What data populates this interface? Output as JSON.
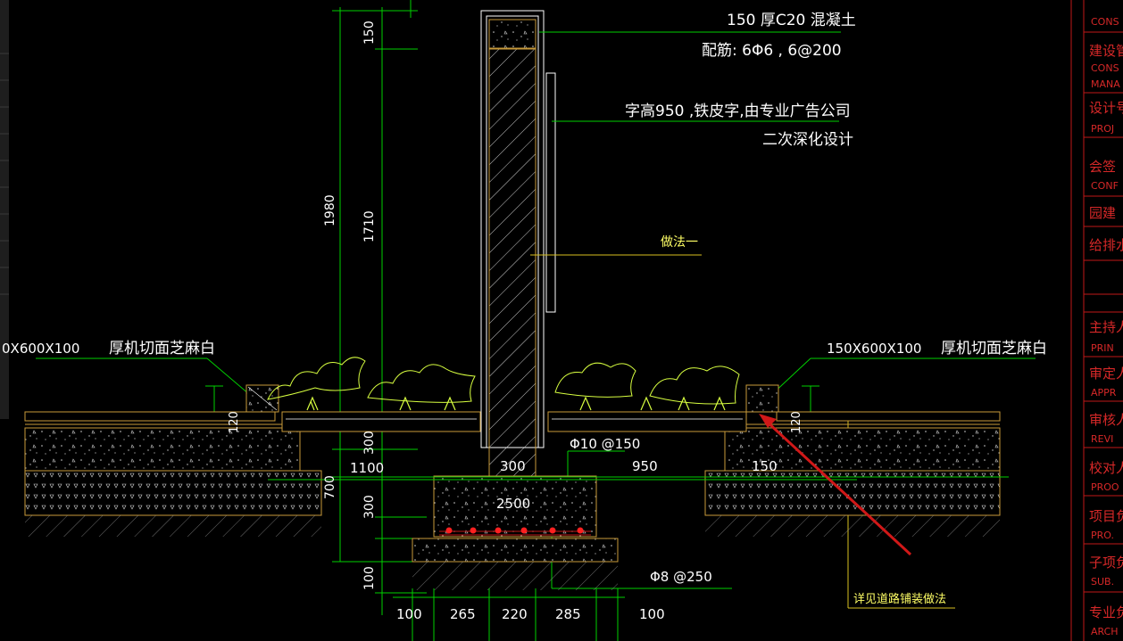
{
  "annotations": {
    "concrete_cap": "150 厚C20 混凝土",
    "reinforcement": "配筋: 6Φ6 , 6@200",
    "letter_height_1": "字高950 ,铁皮字,由专业广告公司",
    "letter_height_2": "二次深化设计",
    "method": "做法一",
    "left_stone_size": "0X600X100",
    "left_stone_name": "厚机切面芝麻白",
    "right_stone_size": "150X600X100",
    "right_stone_name": "厚机切面芝麻白",
    "rebar_top": "Φ10 @150",
    "rebar_bottom": "Φ8 @250",
    "road_paving": "详见道路铺装做法"
  },
  "dimensions": {
    "v_150": "150",
    "v_1980": "1980",
    "v_1710": "1710",
    "v_300": "300",
    "v_700": "700",
    "v_300b": "300",
    "v_100": "100",
    "v_120_left": "120",
    "v_120_right": "120",
    "h_1100": "1100",
    "h_300": "300",
    "h_950": "950",
    "h_150": "150",
    "h_2500": "2500",
    "b_100a": "100",
    "b_265": "265",
    "b_220": "220",
    "b_285": "285",
    "b_100b": "100"
  },
  "title_block": {
    "items": [
      {
        "cn": "",
        "en": "CONS"
      },
      {
        "cn": "建设管",
        "en": "CONS"
      },
      {
        "cn": "",
        "en": "MANA"
      },
      {
        "cn": "设计号",
        "en": "PROJ"
      },
      {
        "cn": "会签",
        "en": "CONF"
      },
      {
        "cn": "园建",
        "en": ""
      },
      {
        "cn": "给排水",
        "en": ""
      },
      {
        "cn": "主持人",
        "en": "PRIN"
      },
      {
        "cn": "审定人",
        "en": "APPR"
      },
      {
        "cn": "审核人",
        "en": "REVI"
      },
      {
        "cn": "校对人",
        "en": "PROO"
      },
      {
        "cn": "项目负",
        "en": "PRO."
      },
      {
        "cn": "子项负",
        "en": "SUB."
      },
      {
        "cn": "专业负",
        "en": "ARCH"
      }
    ]
  },
  "colors": {
    "background": "#000000",
    "dimension": "#00d000",
    "text": "#ffffff",
    "accent_yellow": "#ffff66",
    "title_red": "#d62828",
    "plant": "#d8ff40"
  }
}
